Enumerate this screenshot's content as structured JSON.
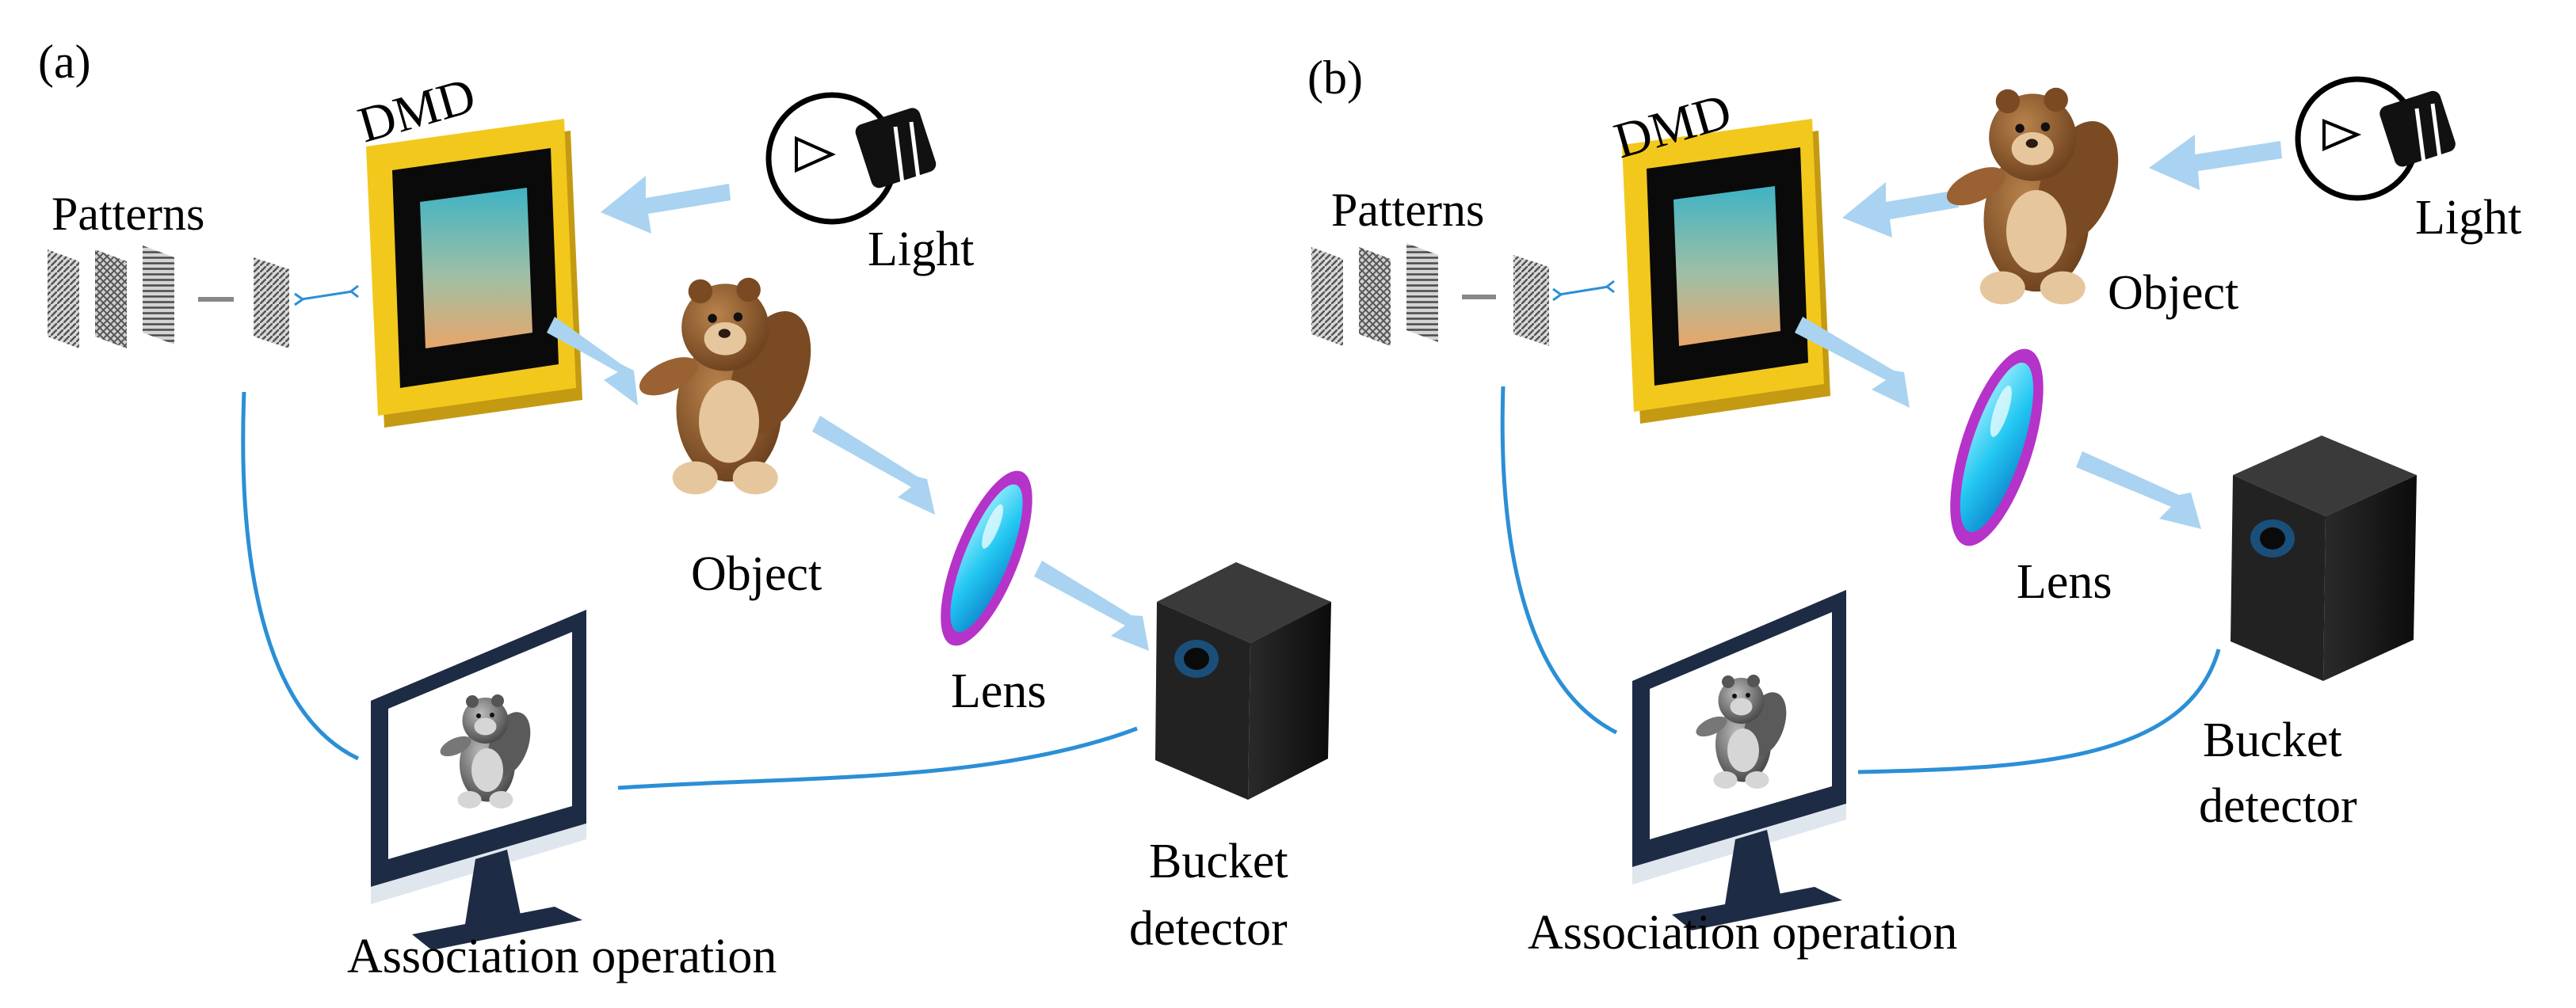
{
  "panels": [
    {
      "tag": "(a)",
      "labels": {
        "patterns": "Patterns",
        "dmd": "DMD",
        "light": "Light",
        "object": "Object",
        "lens": "Lens",
        "bucket_line1": "Bucket",
        "bucket_line2": "detector",
        "association": "Association operation"
      }
    },
    {
      "tag": "(b)",
      "labels": {
        "patterns": "Patterns",
        "dmd": "DMD",
        "light": "Light",
        "object": "Object",
        "lens": "Lens",
        "bucket_line1": "Bucket",
        "bucket_line2": "detector",
        "association": "Association operation"
      }
    }
  ],
  "colors": {
    "beam": "#a9d3f0",
    "wire": "#2b8fd6",
    "dmd_frame": "#f2c81d",
    "lens_rim": "#b533c9",
    "lens_glass": "#22c7f2",
    "monitor_frame": "#1d2b44",
    "detector_body": "#161616"
  }
}
